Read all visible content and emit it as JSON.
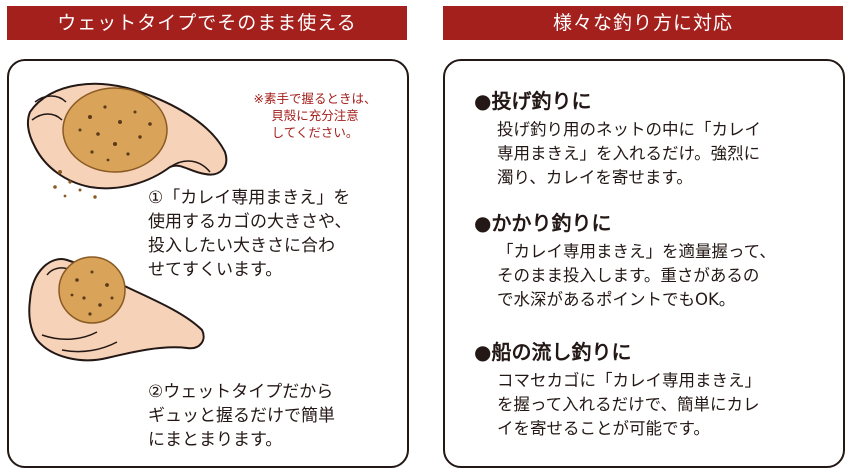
{
  "left_section": {
    "heading": "ウェットタイプでそのまま使える",
    "note_lines": [
      "※素手で握るときは、",
      "貝殻に充分注意",
      "してください。"
    ],
    "step1_lines": [
      "①「カレイ専用まきえ」を",
      "使用するカゴの大きさや、",
      "投入したい大きさに合わ",
      "せてすくいます。"
    ],
    "step2_lines": [
      "②ウェットタイプだから",
      "ギュッと握るだけで簡単",
      "にまとまります。"
    ]
  },
  "right_section": {
    "heading": "様々な釣り方に対応",
    "methods": [
      {
        "title": "●投げ釣りに",
        "lines": [
          "投げ釣り用のネットの中に「カレイ",
          "専用まきえ」を入れるだけ。強烈に",
          "濁り、カレイを寄せます。"
        ]
      },
      {
        "title": "●かかり釣りに",
        "lines": [
          "「カレイ専用まきえ」を適量握って、",
          "そのまま投入します。重さがあるの",
          "で水深があるポイントでもOK。"
        ]
      },
      {
        "title": "●船の流し釣りに",
        "lines": [
          "コマセカゴに「カレイ専用まきえ」",
          "を握って入れるだけで、簡単にカレ",
          "イを寄せることが可能です。"
        ]
      }
    ]
  },
  "colors": {
    "banner": "#a3201d",
    "note_text": "#a3201d",
    "skin": "#f6d2b8",
    "bait": "#d9a35a"
  }
}
